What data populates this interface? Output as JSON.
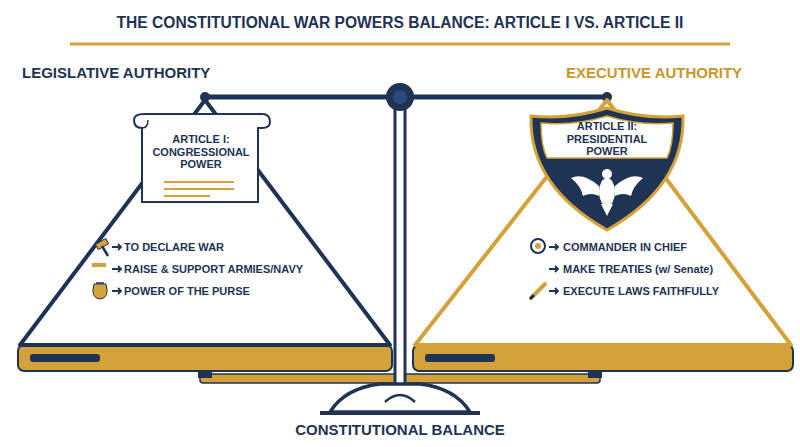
{
  "diagram": {
    "title": "THE CONSTITUTIONAL WAR POWERS BALANCE: ARTICLE I VS. ARTICLE II",
    "nodes": [
      {
        "text": [
          "TO DECLARE WAR",
          "RAISE & SUPPORT ARMIES/NAVY",
          "POWER OF THE PURSE"
        ]
      },
      {
        "text": [
          "ARTICLE I: CONGRESSIONAL POWER"
        ],
        "in": 0
      },
      {
        "text": [
          "COMMANDER IN CHIEF",
          "MAKE TREATIES (w/ Senate)",
          "EXECUTE LAWS FAITHFULLY"
        ]
      },
      {
        "text": [
          "ARTICLE II: PRESIDENTIAL POWER"
        ],
        "in": 2
      }
    ],
    "labels": [
      "LEGISLATIVE AUTHORITY",
      "EXECUTIVE AUTHORITY",
      "CONSTITUTIONAL BALANCE"
    ]
  }
}
